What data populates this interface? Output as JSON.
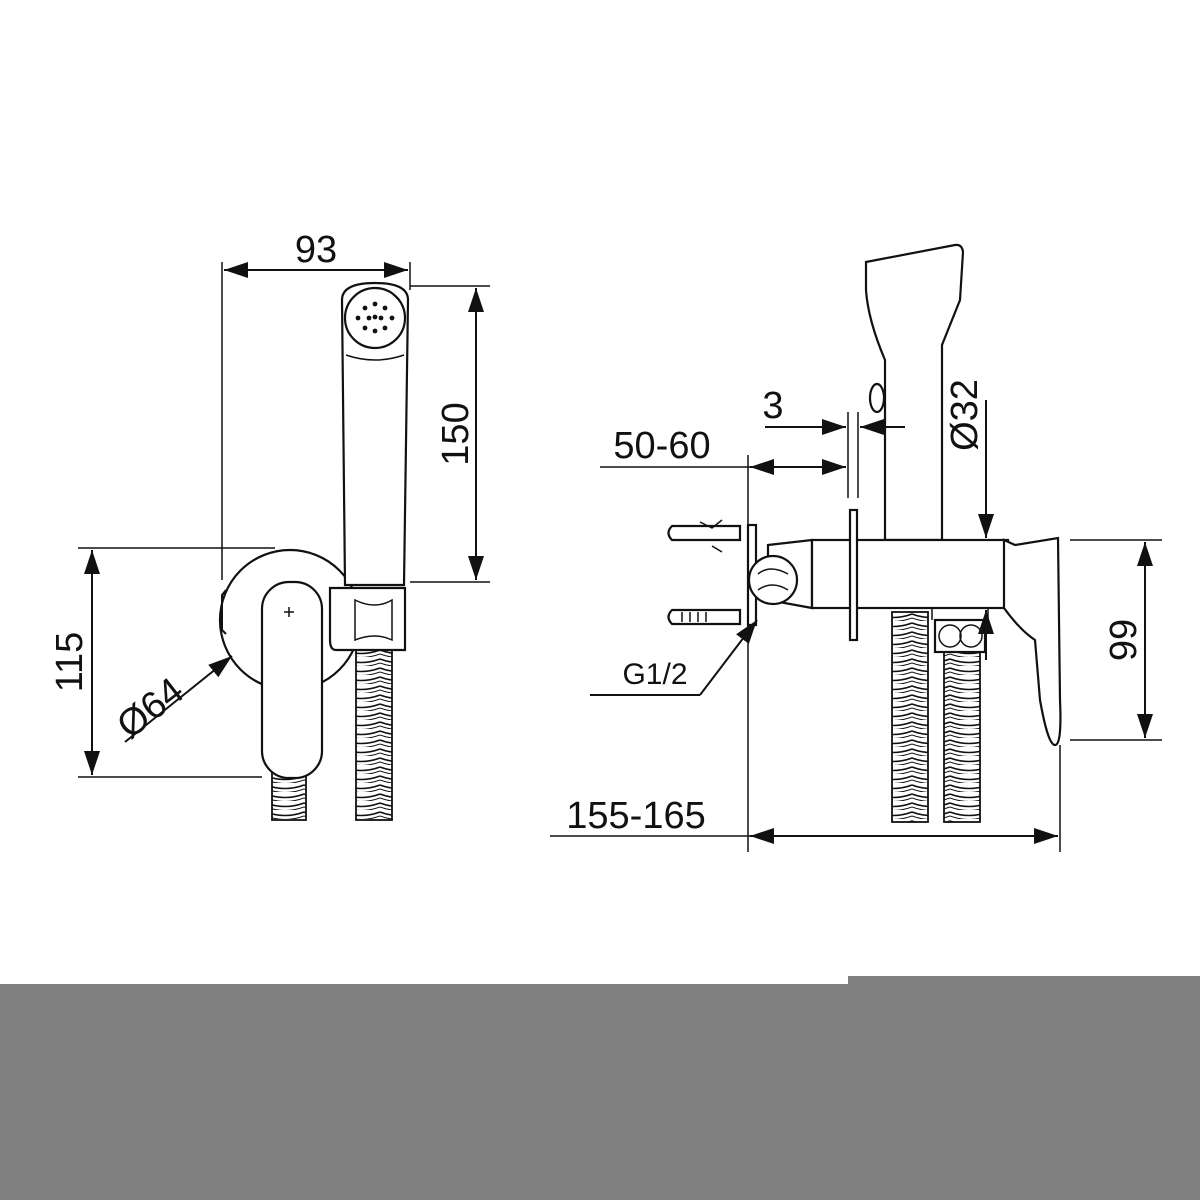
{
  "front_view": {
    "width_dim": "93",
    "shower_height_dim": "150",
    "body_height_dim": "115",
    "plate_diameter_dim": "Ø64"
  },
  "side_view": {
    "plate_thickness_dim": "3",
    "wall_depth_dim": "50-60",
    "shower_diameter_dim": "Ø32",
    "thread_dim": "G1/2",
    "lever_height_dim": "99",
    "total_depth_dim": "155-165"
  },
  "colors": {
    "line": "#111111",
    "background": "#ffffff",
    "band": "#808080"
  }
}
